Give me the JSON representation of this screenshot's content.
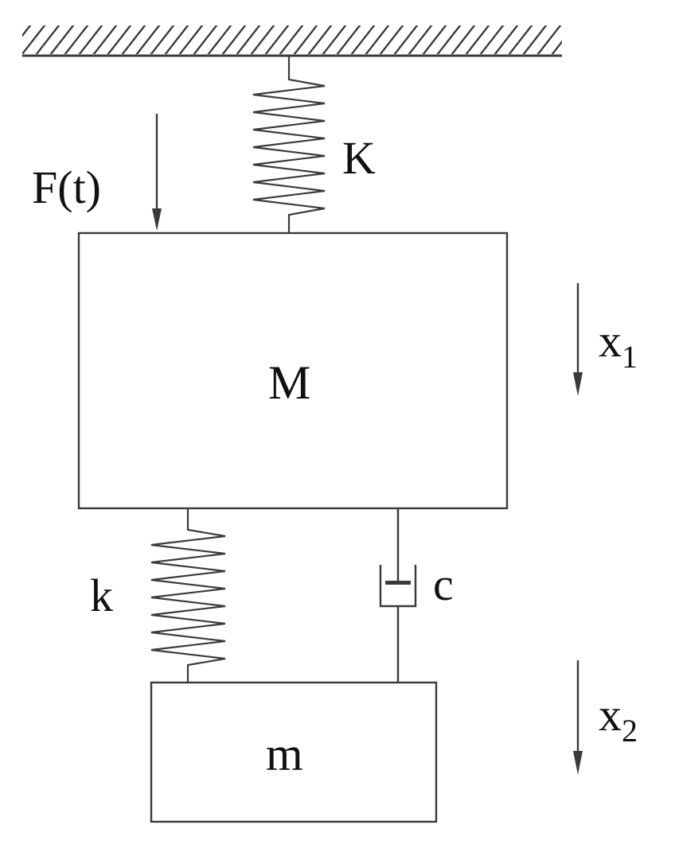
{
  "labels": {
    "ground_spring": "K",
    "force": "F(t)",
    "upper_mass": "M",
    "x1_main": "x",
    "x1_sub": "1",
    "coupling_spring": "k",
    "damper": "c",
    "lower_mass": "m",
    "x2_main": "x",
    "x2_sub": "2"
  },
  "colors": {
    "stroke": "#3a3a3a",
    "text": "#111111",
    "background": "#ffffff"
  }
}
